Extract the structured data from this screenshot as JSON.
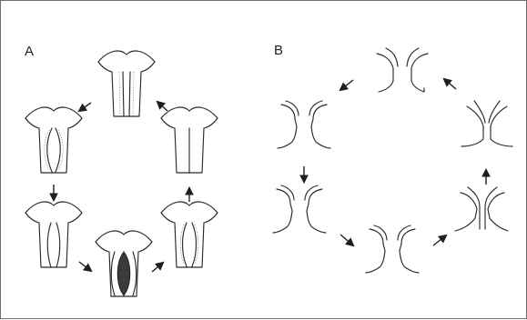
{
  "figure": {
    "panels": [
      {
        "id": "A",
        "label": "A",
        "stage_count": 6,
        "cycle_direction": "counter-clockwise"
      },
      {
        "id": "B",
        "label": "B",
        "stage_count": 6,
        "cycle_direction": "counter-clockwise"
      }
    ],
    "colors": {
      "line": "#2a2a2a",
      "frame": "#6e6e6e",
      "dark_fill": "#3a3a3a"
    }
  }
}
